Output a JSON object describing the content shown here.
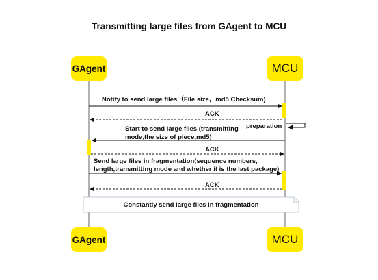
{
  "title": "Transmitting large files from GAgent to MCU",
  "participants": {
    "left": "GAgent",
    "right": "MCU"
  },
  "messages": {
    "notify": "Notify to send large files（File size，md5 Checksum)",
    "ack1": "ACK",
    "preparation": "preparation",
    "start_line1": "Start to send large files (transmitting",
    "start_line2": "mode,the size of piece,md5)",
    "ack2": "ACK",
    "send_line1": "Send large files in fragmentation(sequence numbers,",
    "send_line2": "length,transmitting mode and whether it is the last package)",
    "ack3": "ACK"
  },
  "note": "Constantly send large files in fragmentation",
  "colors": {
    "participant_fill": "#ffea00",
    "activation_fill": "#ffea00",
    "lifeline": "#666666",
    "note_border": "#bfcbd6",
    "text": "#111111"
  }
}
